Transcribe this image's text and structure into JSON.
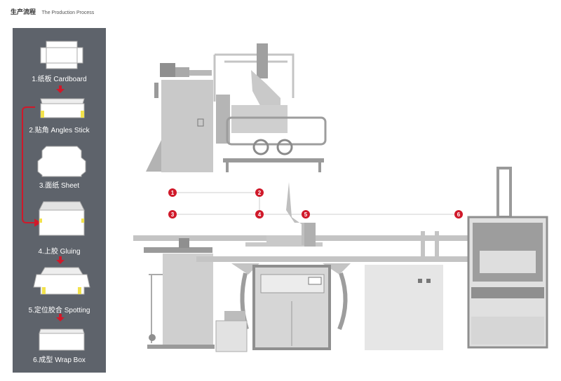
{
  "header": {
    "title_zh": "生产流程",
    "title_en": "The Production Process"
  },
  "steps": [
    {
      "label": "1.纸板 Cardboard"
    },
    {
      "label": "2.贴角 Angles Stick"
    },
    {
      "label": "3.面纸 Sheet"
    },
    {
      "label": "4.上胶 Gluing"
    },
    {
      "label": "5.定位胶合 Spotting"
    },
    {
      "label": "6.成型 Wrap Box"
    }
  ],
  "markers": [
    "1",
    "2",
    "3",
    "4",
    "5",
    "6"
  ],
  "colors": {
    "panel": "#5e636b",
    "accent": "#d0192a",
    "machine": "#c9c9c9",
    "machine_dark": "#8f8f8f",
    "glue": "#f2e24c"
  }
}
